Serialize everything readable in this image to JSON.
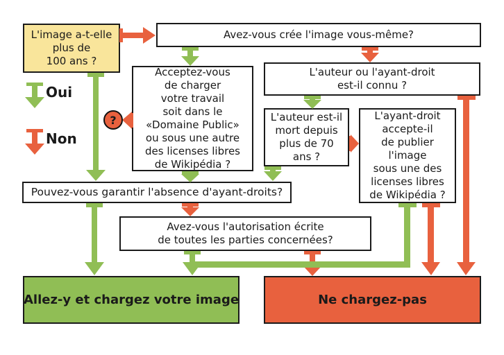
{
  "diagram": {
    "colors": {
      "yes_green": "#90be55",
      "no_orange": "#e8613e",
      "age_box_yellow": "#f9e59b",
      "border_black": "#1a1a1a",
      "background": "#ffffff"
    },
    "legend": {
      "oui_label": "Oui",
      "non_label": "Non"
    },
    "nodes": {
      "age": "L'image a-t-elle\nplus de\n100 ans ?",
      "self_created": "Avez-vous crée l'image vous-même?",
      "accept_license": "Acceptez-vous\nde charger\nvotre travail\nsoit dans le\n«Domaine Public»\nou sous une autre\ndes licenses libres\nde Wikipédia ?",
      "author_known": "L'auteur ou l'ayant-droit\nest-il connu ?",
      "author_dead": "L'auteur est-il\nmort depuis\nplus de 70\nans ?",
      "rights_holder": "L'ayant-droit\naccepte-il\nde publier\nl'image\nsous une des\nlicenses libres\nde Wikipédia ?",
      "guarantee": "Pouvez-vous garantir l'absence d'ayant-droits?",
      "written_permission": "Avez-vous l'autorisation écrite\nde toutes les parties concernées?",
      "go": "Allez-y et chargez votre image",
      "stop": "Ne chargez-pas"
    },
    "help_icon_label": "?"
  }
}
